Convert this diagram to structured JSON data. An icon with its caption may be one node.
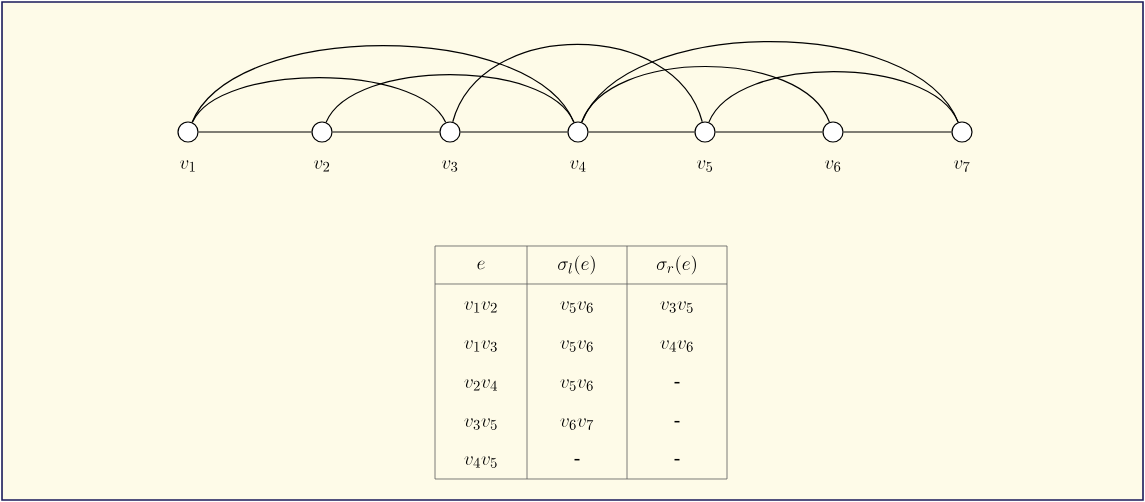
{
  "diagram": {
    "nodes": [
      {
        "text": [],
        "shape": "circle",
        "beside": [
          "v_1"
        ]
      },
      {
        "text": [],
        "shape": "circle",
        "beside": [
          "v_2"
        ]
      },
      {
        "text": [],
        "shape": "circle",
        "beside": [
          "v_3"
        ]
      },
      {
        "text": [],
        "shape": "circle",
        "beside": [
          "v_4"
        ]
      },
      {
        "text": [],
        "shape": "circle",
        "beside": [
          "v_5"
        ]
      },
      {
        "text": [],
        "shape": "circle",
        "beside": [
          "v_6"
        ]
      },
      {
        "text": [],
        "shape": "circle",
        "beside": [
          "v_7"
        ]
      }
    ],
    "edges": [
      {
        "from": 0,
        "to": 1,
        "arrow": "none"
      },
      {
        "from": 1,
        "to": 2,
        "arrow": "none"
      },
      {
        "from": 2,
        "to": 3,
        "arrow": "none"
      },
      {
        "from": 3,
        "to": 4,
        "arrow": "none"
      },
      {
        "from": 4,
        "to": 5,
        "arrow": "none"
      },
      {
        "from": 5,
        "to": 6,
        "arrow": "none"
      },
      {
        "from": 0,
        "to": 2,
        "arrow": "none"
      },
      {
        "from": 0,
        "to": 3,
        "arrow": "none"
      },
      {
        "from": 1,
        "to": 3,
        "arrow": "none"
      },
      {
        "from": 2,
        "to": 4,
        "arrow": "none"
      },
      {
        "from": 3,
        "to": 5,
        "arrow": "none"
      },
      {
        "from": 3,
        "to": 6,
        "arrow": "none"
      },
      {
        "from": 4,
        "to": 6,
        "arrow": "none"
      }
    ],
    "labels": [
      "e",
      "\\sigma_l(e)",
      "\\sigma_r(e)",
      "v_1v_2",
      "v_5v_6",
      "v_3v_5",
      "v_1v_3",
      "v_5v_6",
      "v_4v_6",
      "v_2v_4",
      "v_5v_6",
      "-",
      "v_3v_5",
      "v_6v_7",
      "-",
      "v_4v_5",
      "-",
      "-"
    ]
  }
}
